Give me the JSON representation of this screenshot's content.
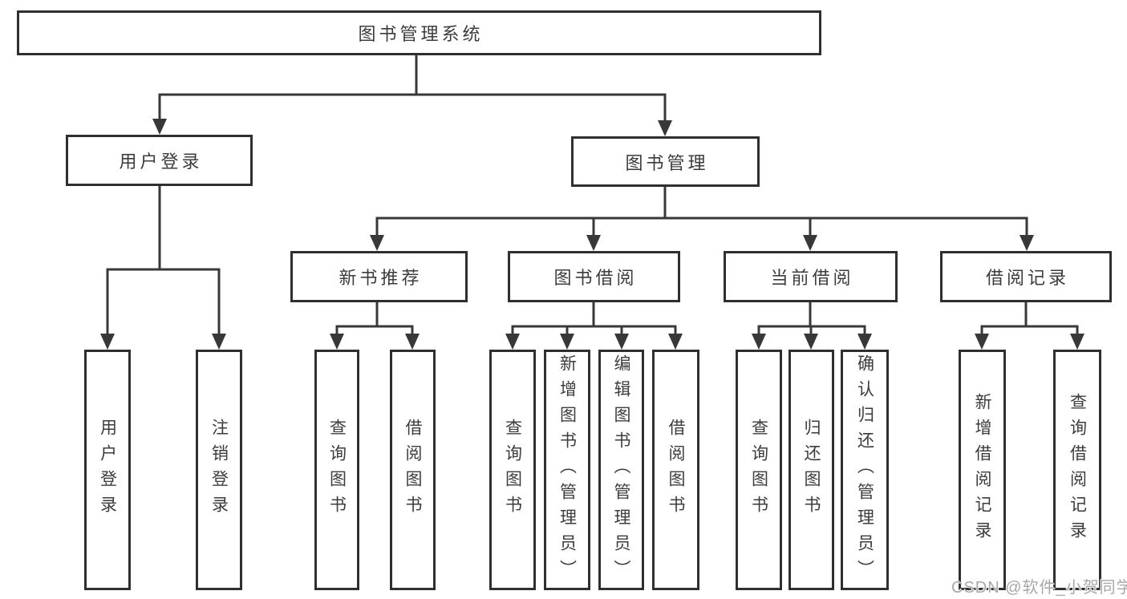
{
  "colors": {
    "line": "#383838",
    "box_border": "#2f2f2f",
    "box_fill": "#ffffff",
    "label_text": "#3c3c3c",
    "watermark_text": "#a8a8a8"
  },
  "tree": {
    "label": "图书管理系统",
    "children": [
      {
        "label": "用户登录",
        "children": [
          {
            "label": "用户登录"
          },
          {
            "label": "注销登录"
          }
        ]
      },
      {
        "label": "图书管理",
        "children": [
          {
            "label": "新书推荐",
            "children": [
              {
                "label": "查询图书"
              },
              {
                "label": "借阅图书"
              }
            ]
          },
          {
            "label": "图书借阅",
            "children": [
              {
                "label": "查询图书"
              },
              {
                "label": "新增图书（管理员）"
              },
              {
                "label": "编辑图书（管理员）"
              },
              {
                "label": "借阅图书"
              }
            ]
          },
          {
            "label": "当前借阅",
            "children": [
              {
                "label": "查询图书"
              },
              {
                "label": "归还图书"
              },
              {
                "label": "确认归还（管理员）"
              }
            ]
          },
          {
            "label": "借阅记录",
            "children": [
              {
                "label": "新增借阅记录"
              },
              {
                "label": "查询借阅记录"
              }
            ]
          }
        ]
      }
    ]
  },
  "watermark": "CSDN @软件_小贺同学"
}
